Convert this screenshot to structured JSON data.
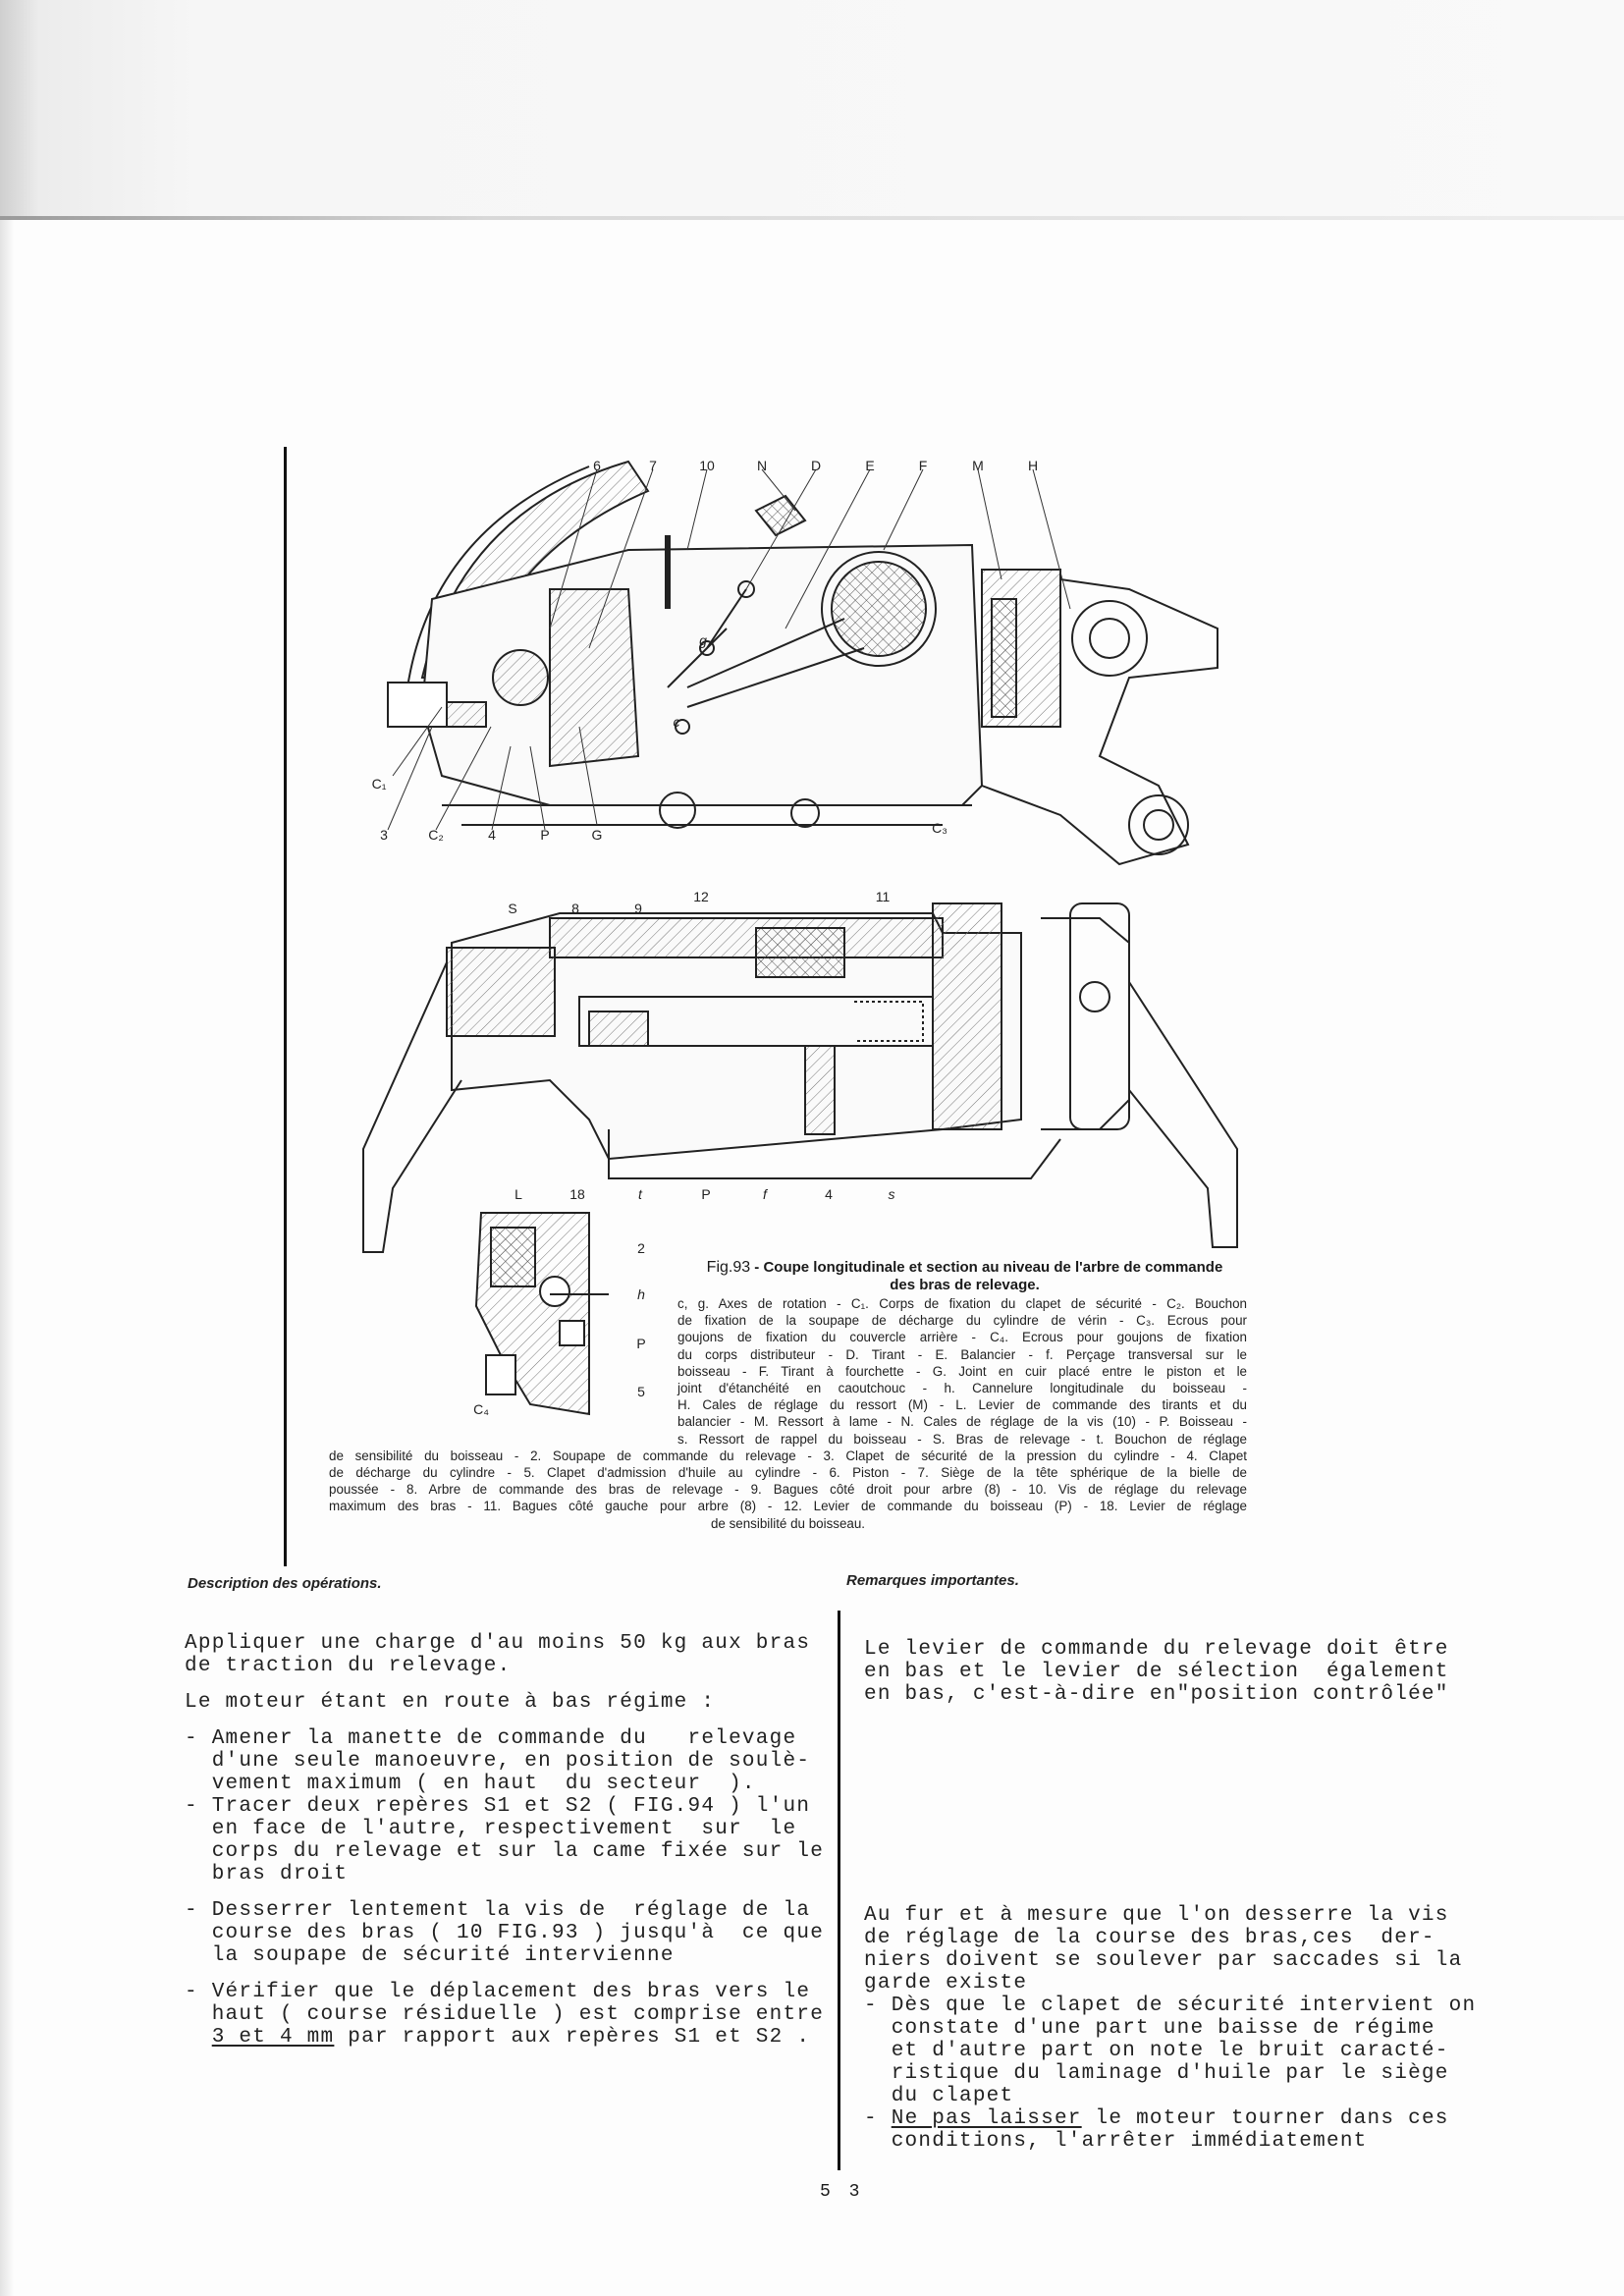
{
  "figure": {
    "labels_top": [
      "6",
      "7",
      "10",
      "N",
      "D",
      "E",
      "F",
      "M",
      "H"
    ],
    "labels_upper_view": {
      "C1": "C₁",
      "3": "3",
      "C2": "C₂",
      "4": "4",
      "P": "P",
      "G": "G",
      "g": "g",
      "c": "c",
      "C3": "C₃"
    },
    "labels_section_top": [
      "S",
      "8",
      "9",
      "12",
      "11"
    ],
    "labels_section_bottom": [
      "L",
      "18",
      "t",
      "P",
      "f",
      "4",
      "s"
    ],
    "labels_detail": [
      "2",
      "h",
      "P",
      "5",
      "C₄"
    ],
    "caption_fig": "Fig.93",
    "caption_title_1": " - Coupe longitudinale et section au niveau de l'arbre de commande",
    "caption_title_2": "des bras de relevage.",
    "caption_lines": [
      "c, g. Axes de rotation - C₁. Corps de fixation du clapet de sécurité - C₂. Bouchon",
      "de fixation de la soupape de décharge du cylindre de vérin - C₃. Ecrous pour",
      "goujons de fixation du couvercle arrière - C₄. Ecrous pour goujons de fixation",
      "du corps distributeur - D. Tirant - E. Balancier - f. Perçage transversal sur le",
      "boisseau - F. Tirant à fourchette - G. Joint en cuir placé entre le piston et le",
      "joint d'étanchéité en caoutchouc - h. Cannelure longitudinale du boisseau -",
      "H. Cales de réglage du ressort (M) - L. Levier de commande des tirants et du",
      "balancier - M. Ressort à lame - N. Cales de réglage de la vis (10) - P. Boisseau -",
      "s. Ressort de rappel du boisseau - S. Bras de relevage - t. Bouchon de réglage",
      "de sensibilité du boisseau - 2. Soupape de commande du relevage - 3. Clapet de sécurité de la pression du cylindre - 4. Clapet",
      "de décharge du cylindre - 5. Clapet d'admission d'huile au cylindre - 6. Piston - 7. Siège de la tête sphérique de la bielle de",
      "poussée - 8. Arbre de commande des bras de relevage - 9. Bagues côté droit pour arbre (8) - 10. Vis de réglage du relevage",
      "maximum des bras - 11. Bagues côté gauche pour arbre (8) - 12. Levier de commande du boisseau (P) - 18. Levier de réglage",
      "de sensibilité du boisseau."
    ]
  },
  "left_section": {
    "heading": "Description des opérations.",
    "paragraphs": [
      [
        "Appliquer une charge d'au moins 50 kg aux bras",
        "de traction du relevage."
      ],
      [
        "Le moteur étant en route à bas régime :"
      ],
      [
        "- Amener la manette de commande du   relevage",
        "  d'une seule manoeuvre, en position de soulè-",
        "  vement maximum ( en haut  du secteur  ).",
        "- Tracer deux repères S1 et S2 ( FIG.94 ) l'un",
        "  en face de l'autre, respectivement  sur  le",
        "  corps du relevage et sur la came fixée sur le",
        "  bras droit"
      ],
      [
        "- Desserrer lentement la vis de  réglage de la",
        "  course des bras ( 10 FIG.93 ) jusqu'à  ce que",
        "  la soupape de sécurité intervienne"
      ],
      [
        "- Vérifier que le déplacement des bras vers le",
        "  haut ( course résiduelle ) est comprise entre",
        {
          "pre": "  ",
          "underline": "3 et 4 mm",
          "rest": " par rapport aux repères S1 et S2 ."
        }
      ]
    ]
  },
  "right_section": {
    "heading": "Remarques importantes.",
    "paragraph_1": [
      "Le levier de commande du relevage doit être",
      "en bas et le levier de sélection  également",
      "en bas, c'est-à-dire en\"position contrôlée\""
    ],
    "paragraph_2": [
      "Au fur et à mesure que l'on desserre la vis",
      "de réglage de la course des bras,ces  der-",
      "niers doivent se soulever par saccades si la",
      "garde existe",
      "- Dès que le clapet de sécurité intervient on",
      "  constate d'une part une baisse de régime",
      "  et d'autre part on note le bruit caracté-",
      "  ristique du laminage d'huile par le siège",
      "  du clapet",
      {
        "pre": "- ",
        "underline": "Ne pas laisser",
        "rest": " le moteur tourner dans ces"
      },
      "  conditions, l'arrêter immédiatement"
    ]
  },
  "page_number": "5 3"
}
